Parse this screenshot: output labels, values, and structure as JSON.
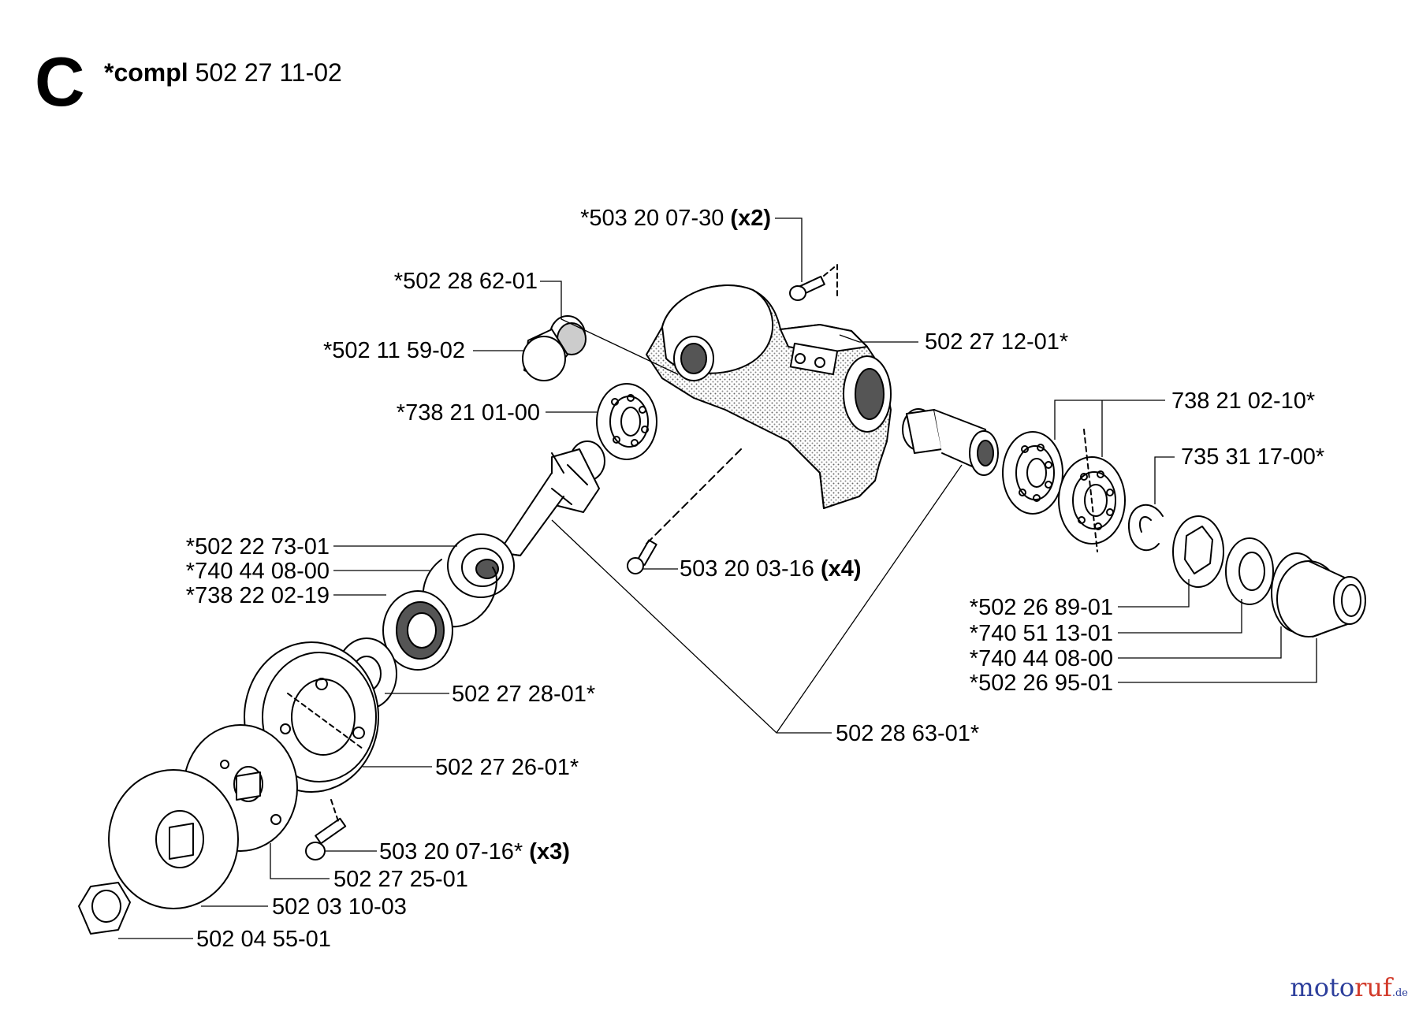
{
  "section": {
    "letter": "C",
    "assembly_prefix": "*compl",
    "assembly_number": "502 27 11-02"
  },
  "labels": [
    {
      "id": "p01",
      "text": "*503 20 07-30",
      "qty": "(x2)"
    },
    {
      "id": "p02",
      "text": "*502 28 62-01",
      "qty": ""
    },
    {
      "id": "p03",
      "text": "*502 11 59-02",
      "qty": ""
    },
    {
      "id": "p04",
      "text": "502 27 12-01*",
      "qty": ""
    },
    {
      "id": "p05",
      "text": "*738 21 01-00",
      "qty": ""
    },
    {
      "id": "p06",
      "text": "738 21 02-10*",
      "qty": ""
    },
    {
      "id": "p07",
      "text": "735 31 17-00*",
      "qty": ""
    },
    {
      "id": "p08",
      "text": "*502 22 73-01",
      "qty": ""
    },
    {
      "id": "p09",
      "text": "*740 44 08-00",
      "qty": ""
    },
    {
      "id": "p10",
      "text": "*738 22 02-19",
      "qty": ""
    },
    {
      "id": "p11",
      "text": "503 20 03-16",
      "qty": "(x4)"
    },
    {
      "id": "p12",
      "text": "*502 26 89-01",
      "qty": ""
    },
    {
      "id": "p13",
      "text": "*740 51 13-01",
      "qty": ""
    },
    {
      "id": "p14",
      "text": "*740 44 08-00",
      "qty": ""
    },
    {
      "id": "p15",
      "text": "*502 26 95-01",
      "qty": ""
    },
    {
      "id": "p16",
      "text": "502 27 28-01*",
      "qty": ""
    },
    {
      "id": "p17",
      "text": "502 28 63-01*",
      "qty": ""
    },
    {
      "id": "p18",
      "text": "502 27 26-01*",
      "qty": ""
    },
    {
      "id": "p19",
      "text": "503 20 07-16*",
      "qty": "(x3)"
    },
    {
      "id": "p20",
      "text": "502 27 25-01",
      "qty": ""
    },
    {
      "id": "p21",
      "text": "502 03 10-03",
      "qty": ""
    },
    {
      "id": "p22",
      "text": "502 04 55-01",
      "qty": ""
    }
  ],
  "watermark": {
    "part1": "moto",
    "part2": "ruf",
    "part3": ".de"
  }
}
